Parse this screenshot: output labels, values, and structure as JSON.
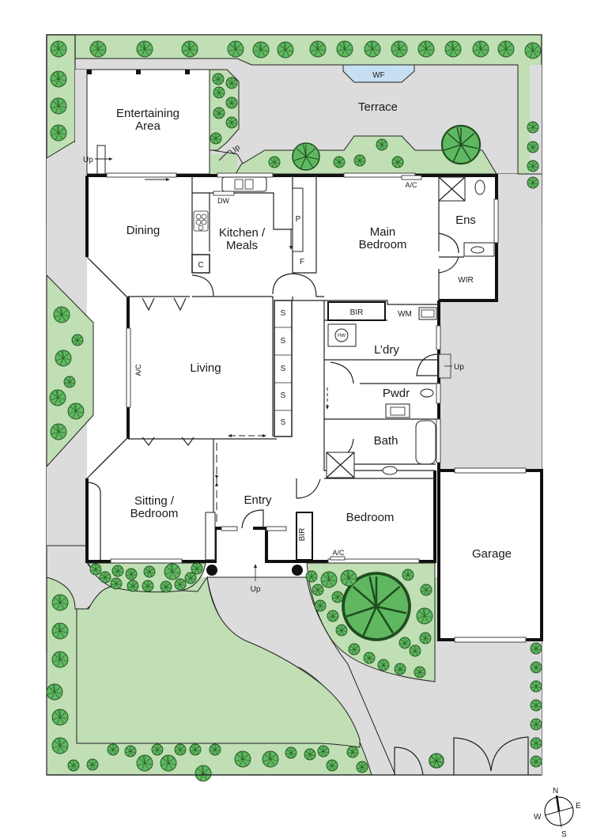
{
  "plan": {
    "type": "residential floor plan",
    "colors": {
      "garden": "#c0dfb4",
      "paving": "#dcdcdc",
      "tree_fill": "#5fb860",
      "water_feature": "#c6dff2",
      "wall": "#111111",
      "floor": "#ffffff"
    },
    "rooms": {
      "entertaining": "Entertaining",
      "entertaining2": "Area",
      "terrace": "Terrace",
      "wf": "WF",
      "dining": "Dining",
      "kitchen": "Kitchen /",
      "kitchen2": "Meals",
      "main_bedroom": "Main",
      "main_bedroom2": "Bedroom",
      "ens": "Ens",
      "wir": "WIR",
      "living": "Living",
      "bir_top": "BIR",
      "wm": "WM",
      "hw": "HW",
      "laundry": "L’dry",
      "pwdr": "Pwdr",
      "bath": "Bath",
      "sitting": "Sitting /",
      "sitting2": "Bedroom",
      "entry": "Entry",
      "bedroom": "Bedroom",
      "bir_side": "BIR",
      "garage": "Garage"
    },
    "fixtures": {
      "dw": "DW",
      "pantry": "P",
      "fridge": "F",
      "cupboard": "C",
      "ac": "A/C",
      "storage": [
        "S",
        "S",
        "S",
        "S",
        "S"
      ]
    },
    "annotations": {
      "up": "Up"
    },
    "compass": {
      "n": "N",
      "e": "E",
      "s": "S",
      "w": "W"
    }
  }
}
